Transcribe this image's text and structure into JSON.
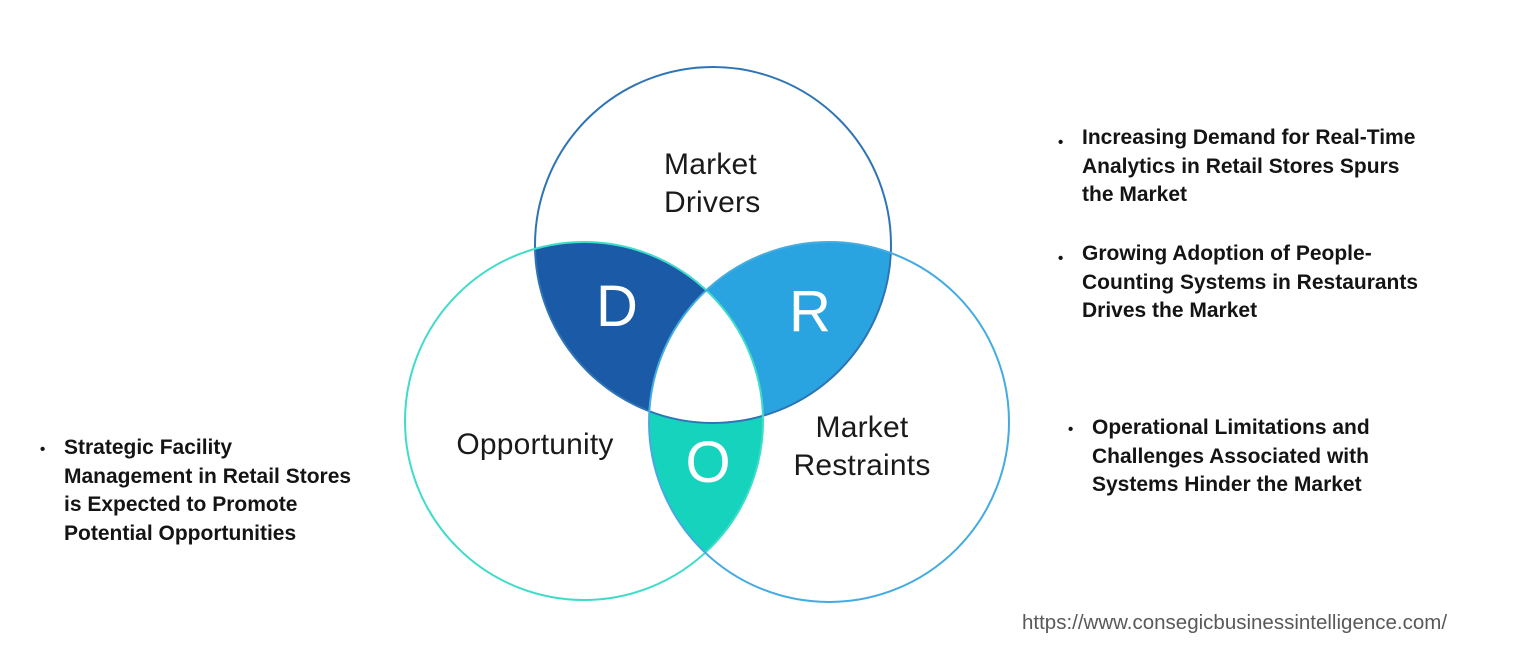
{
  "venn": {
    "circles": [
      {
        "id": "market-drivers",
        "label": "Market\nDrivers",
        "outline_color": "#2E74B5"
      },
      {
        "id": "opportunity",
        "label": "Opportunity",
        "outline_color": "#3EDCC9"
      },
      {
        "id": "market-restraints",
        "label": "Market\nRestraints",
        "outline_color": "#44ABE1"
      }
    ],
    "regions": [
      {
        "id": "drivers-opportunity-overlap",
        "letter": "D",
        "color": "#1B5AA6"
      },
      {
        "id": "drivers-restraints-overlap",
        "letter": "R",
        "color": "#29A4E0"
      },
      {
        "id": "opportunity-restraints-overlap",
        "letter": "O",
        "color": "#16D3BE"
      }
    ],
    "center_color": "#ffffff"
  },
  "left_notes": {
    "bullet": "•",
    "items": [
      {
        "text": "Strategic Facility\nManagement in Retail Stores\nis Expected to Promote\nPotential Opportunities"
      }
    ]
  },
  "right_notes": {
    "bullet": "•",
    "items": [
      {
        "text": "Increasing Demand for Real-Time\nAnalytics in Retail Stores Spurs\nthe Market"
      },
      {
        "text": "Growing Adoption of People-\nCounting Systems in Restaurants\nDrives the Market"
      },
      {
        "text": "Operational Limitations and\nChallenges Associated with\nSystems Hinder the Market"
      }
    ]
  },
  "footer": {
    "url": "https://www.consegicbusinessintelligence.com/"
  }
}
